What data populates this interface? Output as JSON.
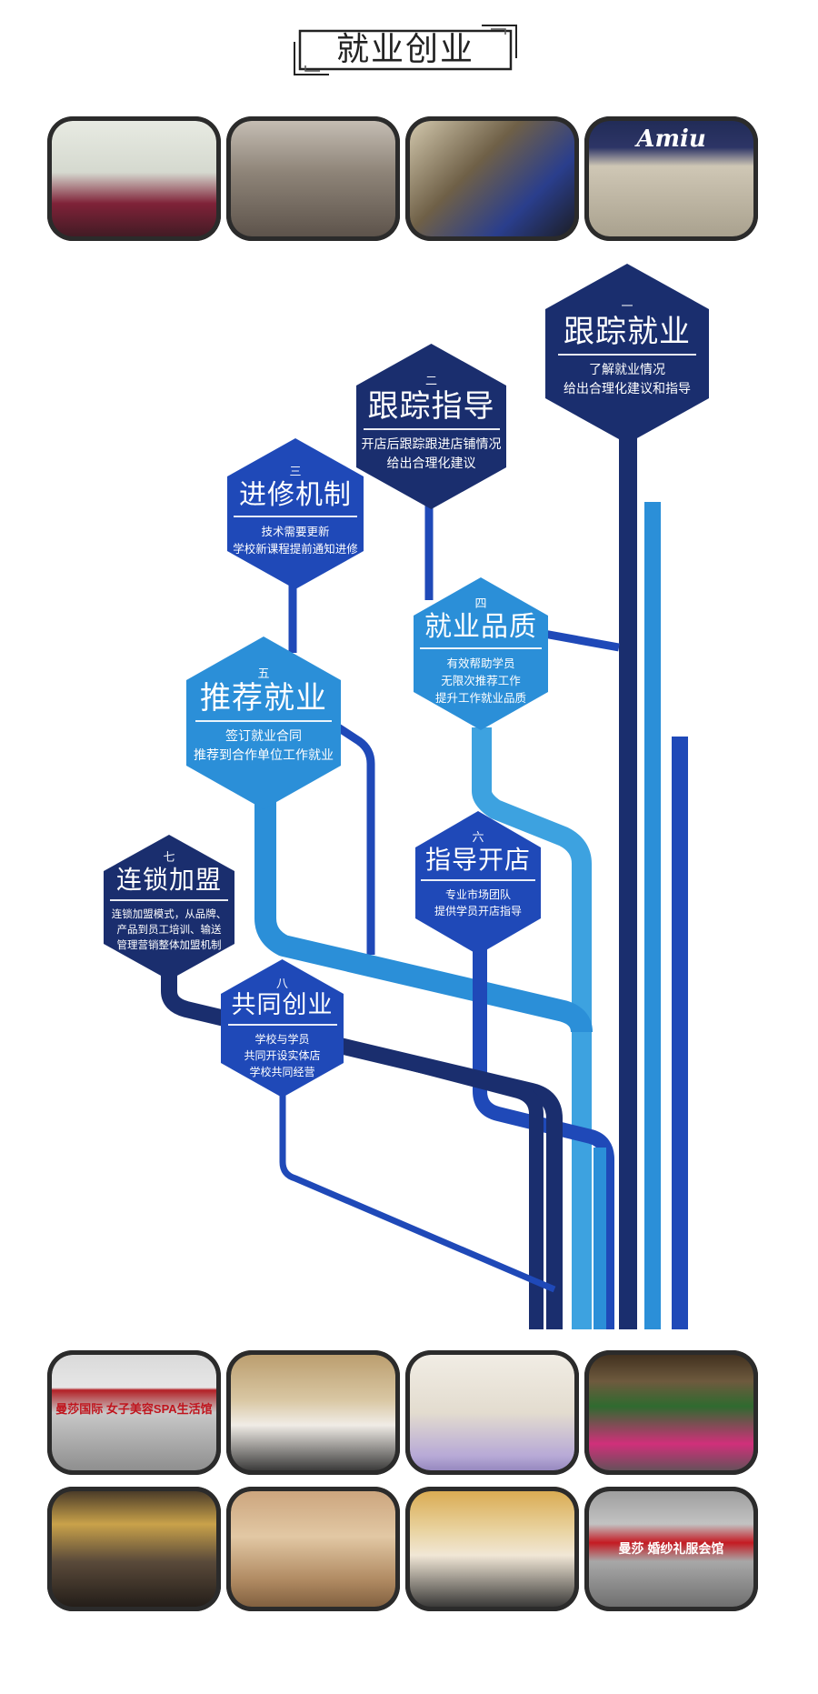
{
  "header": {
    "title": "就业创业"
  },
  "colors": {
    "navy": "#1a2e6e",
    "blue": "#1f49b8",
    "cyan": "#2b8fd8",
    "light": "#3da2e0"
  },
  "top_photos": [
    {
      "sign": ""
    },
    {
      "sign": ""
    },
    {
      "sign": ""
    },
    {
      "sign": "Amiu"
    }
  ],
  "steps": [
    {
      "num": "一",
      "title": "跟踪就业",
      "lines": [
        "了解就业情况",
        "给出合理化建议和指导"
      ]
    },
    {
      "num": "二",
      "title": "跟踪指导",
      "lines": [
        "开店后跟踪跟进店铺情况",
        "给出合理化建议"
      ]
    },
    {
      "num": "三",
      "title": "进修机制",
      "lines": [
        "技术需要更新",
        "学校新课程提前通知进修"
      ]
    },
    {
      "num": "四",
      "title": "就业品质",
      "lines": [
        "有效帮助学员",
        "无限次推荐工作",
        "提升工作就业品质"
      ]
    },
    {
      "num": "五",
      "title": "推荐就业",
      "lines": [
        "签订就业合同",
        "推荐到合作单位工作就业"
      ]
    },
    {
      "num": "六",
      "title": "指导开店",
      "lines": [
        "专业市场团队",
        "提供学员开店指导"
      ]
    },
    {
      "num": "七",
      "title": "连锁加盟",
      "lines": [
        "连锁加盟模式，从品牌、",
        "产品到员工培训、输送",
        "管理营销整体加盟机制"
      ]
    },
    {
      "num": "八",
      "title": "共同创业",
      "lines": [
        "学校与学员",
        "共同开设实体店",
        "学校共同经营"
      ]
    }
  ],
  "bottom_photos": [
    {
      "sign": "曼莎国际 女子美容SPA生活馆"
    },
    {
      "sign": ""
    },
    {
      "sign": ""
    },
    {
      "sign": ""
    },
    {
      "sign": ""
    },
    {
      "sign": ""
    },
    {
      "sign": ""
    },
    {
      "sign": "曼莎 婚纱礼服会馆"
    }
  ]
}
